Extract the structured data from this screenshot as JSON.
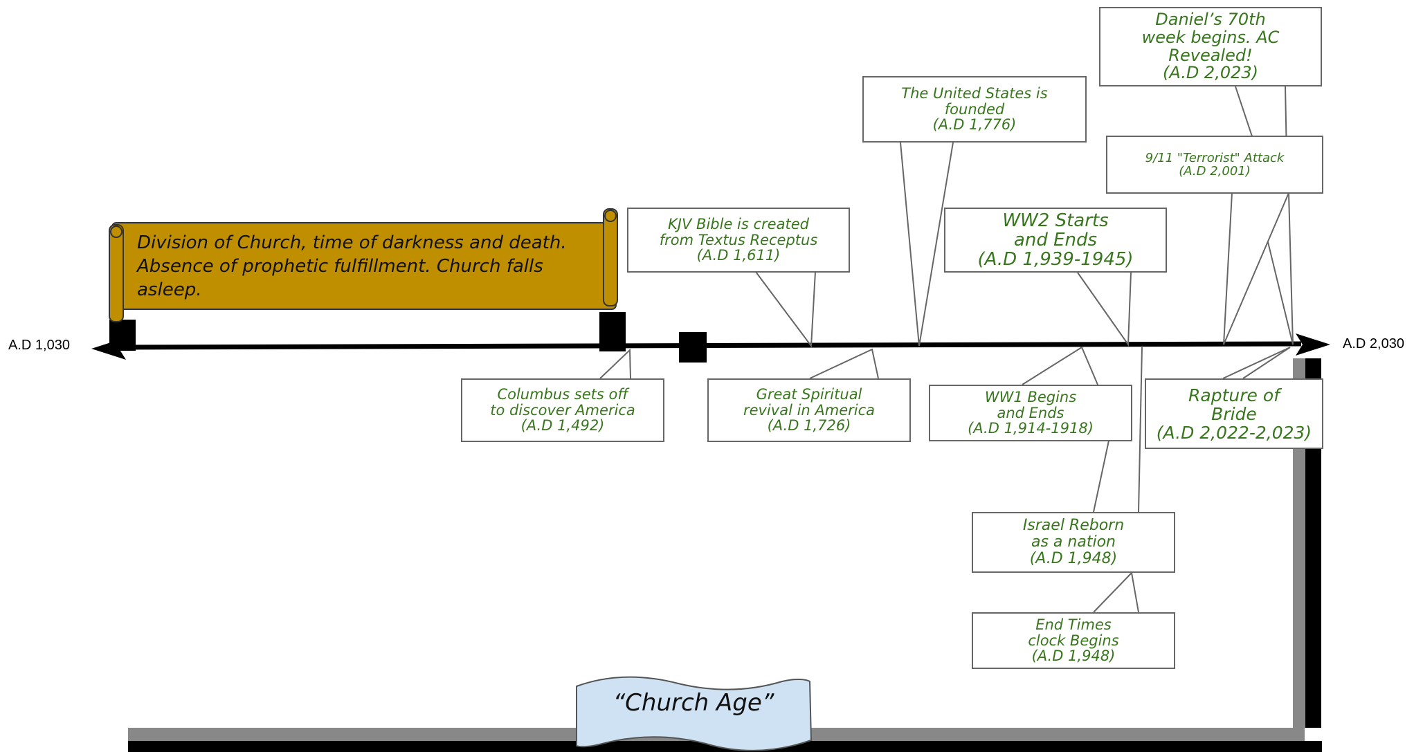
{
  "timeline": {
    "start_label": "A.D 1,030",
    "end_label": "A.D 2,030"
  },
  "scroll": {
    "text": "Division of Church, time of darkness and death. Absence of prophetic fulfillment. Church falls asleep.",
    "color": "#bf8f00"
  },
  "banner": {
    "text": "“Church Age”",
    "color": "#cfe2f3"
  },
  "events": [
    {
      "id": "kjv",
      "lines": [
        "KJV Bible is created",
        "from Textus Receptus",
        "(A.D 1,611)"
      ]
    },
    {
      "id": "us",
      "lines": [
        "The United States is",
        "founded",
        "(A.D 1,776)"
      ]
    },
    {
      "id": "ww2",
      "lines": [
        "WW2 Starts",
        "and Ends",
        "(A.D 1,939-1945)"
      ]
    },
    {
      "id": "daniel",
      "lines": [
        "Daniel’s 70th",
        "week begins. AC",
        "Revealed!",
        "(A.D 2,023)"
      ]
    },
    {
      "id": "nine11",
      "lines": [
        "9/11 \"Terrorist\" Attack",
        "(A.D 2,001)"
      ]
    },
    {
      "id": "columbus",
      "lines": [
        "Columbus sets off",
        "to discover America",
        "(A.D 1,492)"
      ]
    },
    {
      "id": "revival",
      "lines": [
        "Great Spiritual",
        "revival in America",
        "(A.D 1,726)"
      ]
    },
    {
      "id": "ww1",
      "lines": [
        "WW1 Begins",
        "and Ends",
        "(A.D 1,914-1918)"
      ]
    },
    {
      "id": "rapture",
      "lines": [
        "Rapture of",
        "Bride",
        "(A.D 2,022-2,023)"
      ]
    },
    {
      "id": "israel",
      "lines": [
        "Israel Reborn",
        "as a nation",
        "(A.D 1,948)"
      ]
    },
    {
      "id": "endtimes",
      "lines": [
        "End Times",
        "clock Begins",
        "(A.D 1,948)"
      ]
    }
  ]
}
